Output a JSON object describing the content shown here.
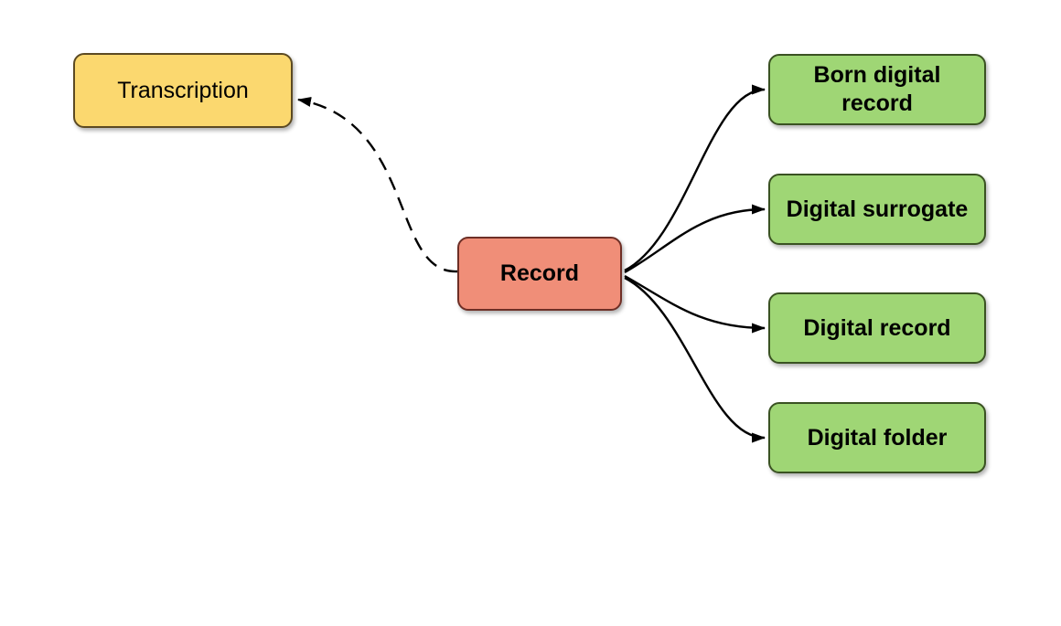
{
  "diagram": {
    "nodes": {
      "transcription": {
        "label": "Transcription",
        "shape": "rounded-rect",
        "fill": "#FBD86F",
        "border": "#5C4A22"
      },
      "record": {
        "label": "Record",
        "shape": "rounded-rect",
        "fill": "#F08E78",
        "border": "#6E2F26"
      },
      "born_digital_record": {
        "label": "Born digital record",
        "shape": "rounded-rect",
        "fill": "#9FD675",
        "border": "#3A5222"
      },
      "digital_surrogate": {
        "label": "Digital surrogate",
        "shape": "rounded-rect",
        "fill": "#9FD675",
        "border": "#3A5222"
      },
      "digital_record": {
        "label": "Digital record",
        "shape": "rounded-rect",
        "fill": "#9FD675",
        "border": "#3A5222"
      },
      "digital_folder": {
        "label": "Digital folder",
        "shape": "rounded-rect",
        "fill": "#9FD675",
        "border": "#3A5222"
      }
    },
    "edges": [
      {
        "from": "record",
        "to": "transcription",
        "style": "dashed",
        "arrowhead": "filled-triangle",
        "color": "#000000"
      },
      {
        "from": "record",
        "to": "born_digital_record",
        "style": "solid",
        "arrowhead": "filled-triangle",
        "color": "#000000"
      },
      {
        "from": "record",
        "to": "digital_surrogate",
        "style": "solid",
        "arrowhead": "filled-triangle",
        "color": "#000000"
      },
      {
        "from": "record",
        "to": "digital_record",
        "style": "solid",
        "arrowhead": "filled-triangle",
        "color": "#000000"
      },
      {
        "from": "record",
        "to": "digital_folder",
        "style": "solid",
        "arrowhead": "filled-triangle",
        "color": "#000000"
      }
    ]
  },
  "colors": {
    "canvas-bg": "#ffffff",
    "yellow-fill": "#FBD86F",
    "yellow-border": "#5C4A22",
    "salmon-fill": "#F08E78",
    "salmon-border": "#6E2F26",
    "green-fill": "#9FD675",
    "green-border": "#3A5222",
    "edge-color": "#000000",
    "node-text": "#000000"
  }
}
